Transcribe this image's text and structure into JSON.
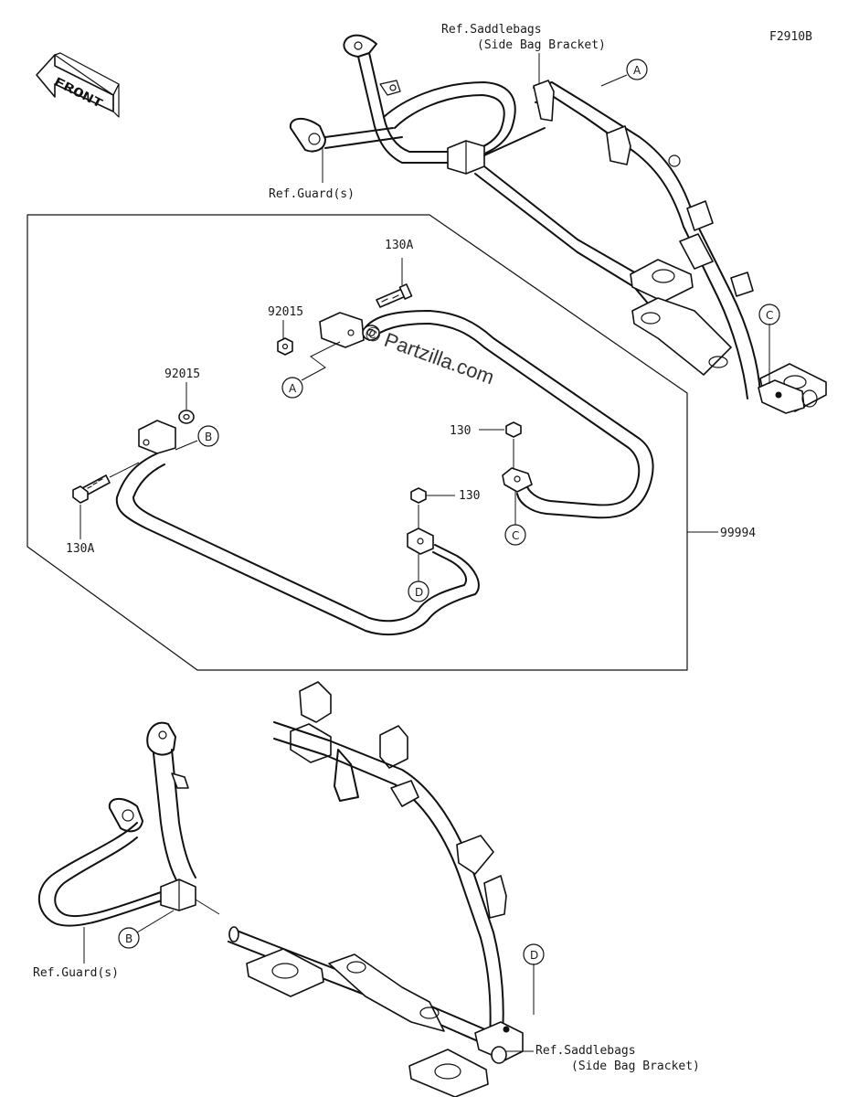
{
  "figure_code": "F2910B",
  "front_arrow": {
    "label": "FRONT"
  },
  "top_refs": {
    "saddlebags_line1": "Ref.Saddlebags",
    "saddlebags_line2": "(Side Bag Bracket)",
    "guard": "Ref.Guard(s)"
  },
  "bottom_refs": {
    "saddlebags_line1": "Ref.Saddlebags",
    "saddlebags_line2": "(Side Bag Bracket)",
    "guard": "Ref.Guard(s)"
  },
  "callouts": {
    "a": "A",
    "b": "B",
    "c": "C",
    "d": "D"
  },
  "parts": {
    "bolt_130a_top": "130A",
    "nut_92015_top": "92015",
    "nut_92015_left": "92015",
    "bolt_130a_left": "130A",
    "bolt_130_right": "130",
    "bolt_130_mid": "130",
    "assembly_99994": "99994"
  },
  "watermark": "© Partzilla.com"
}
